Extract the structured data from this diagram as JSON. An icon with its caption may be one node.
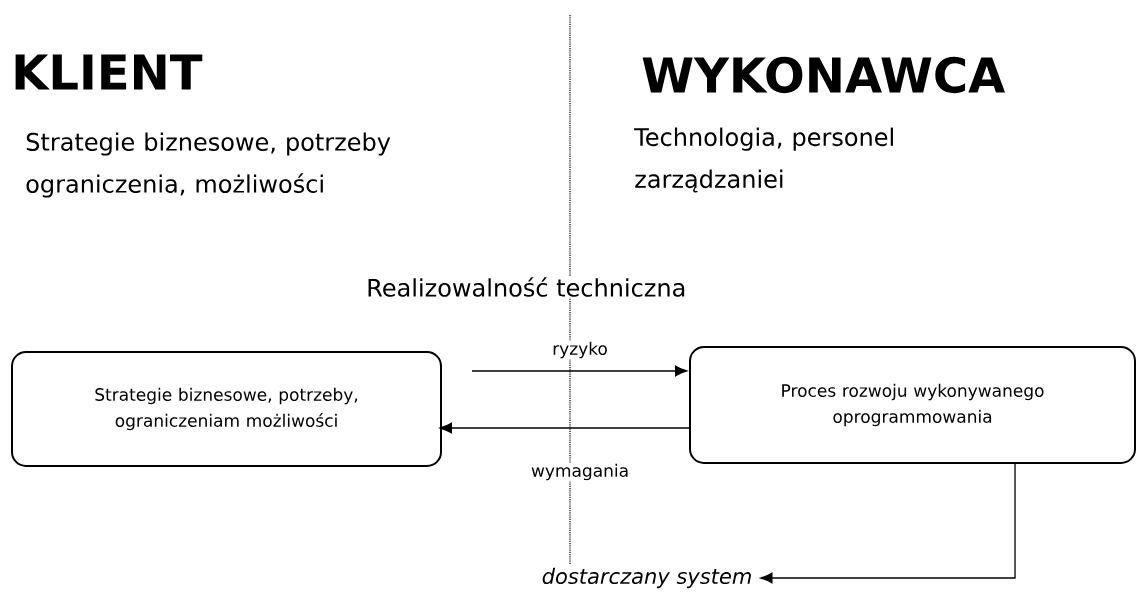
{
  "diagram": {
    "nodes": [
      {
        "text": [
          "Strategie biznesowe, potrzeby, ograniczeniam możliwości"
        ]
      },
      {
        "text": [
          "Proces rozwoju wykonywanego oprogrammowania"
        ]
      },
      {
        "text": [
          "dostarczany system"
        ]
      }
    ],
    "edges": [
      {
        "from": 0,
        "to": 1,
        "arrow": "to",
        "label": "ryzyko"
      },
      {
        "from": 1,
        "to": 0,
        "arrow": "to",
        "label": "wymagania"
      },
      {
        "from": 1,
        "to": 2,
        "arrow": "to"
      }
    ],
    "labels": [
      "KLIENT",
      "WYKONAWCA",
      "Strategie biznesowe, potrzeby ograniczenia, możliwości",
      "Technologia, personel zarządzaniei",
      "Realizowalność techniczna"
    ]
  }
}
